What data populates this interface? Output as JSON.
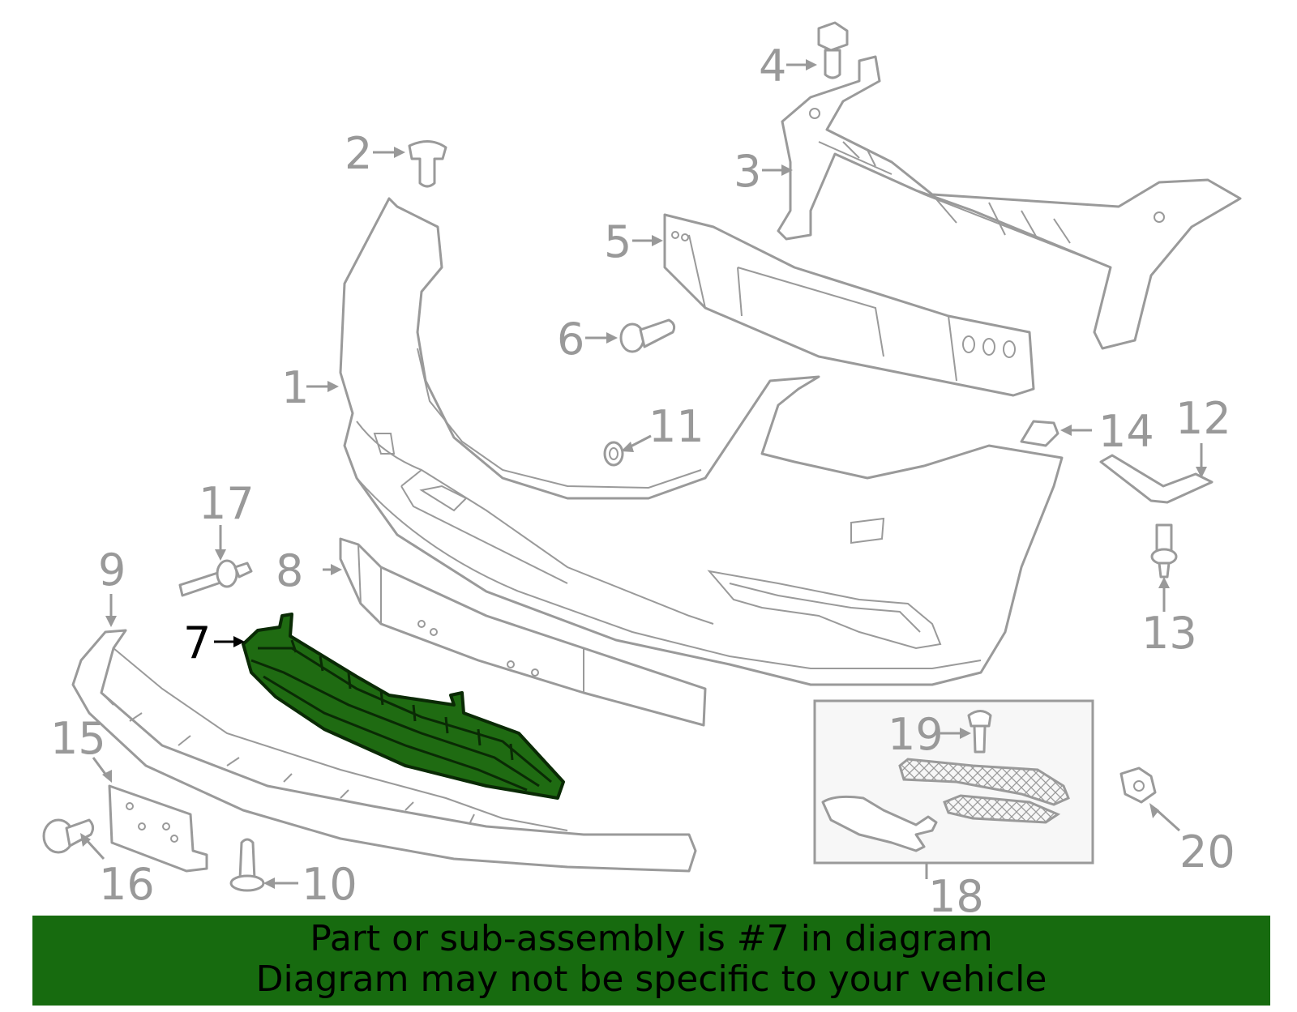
{
  "callouts": [
    "1",
    "2",
    "3",
    "4",
    "5",
    "6",
    "7",
    "8",
    "9",
    "10",
    "11",
    "12",
    "13",
    "14",
    "15",
    "16",
    "17",
    "18",
    "19",
    "20"
  ],
  "highlight_callout": "7",
  "colors": {
    "highlight_part": "#1f6b12",
    "banner": "#176b0f",
    "line_art": "#9a9a9a"
  },
  "banner": {
    "line1": "Part or sub-assembly is #7 in diagram",
    "line2": "Diagram may not be specific to your vehicle"
  }
}
